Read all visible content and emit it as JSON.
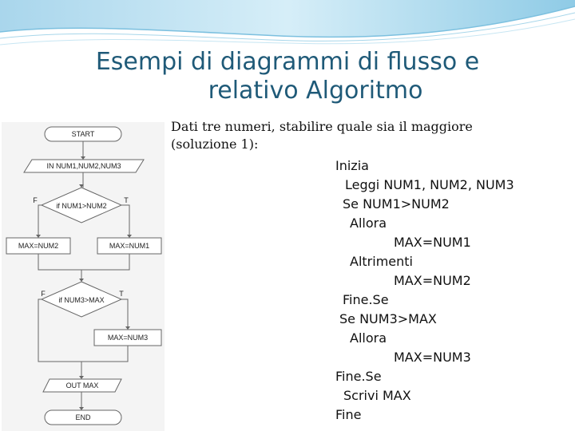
{
  "slide": {
    "title_line1": "Esempi di diagrammi di flusso e",
    "title_line2": "relativo Algoritmo",
    "subtitle_line1": "Dati tre numeri, stabilire quale sia il maggiore",
    "subtitle_line2": "(soluzione 1):",
    "accent_color": "#1f5a78"
  },
  "flowchart": {
    "start": "START",
    "input": "IN NUM1,NUM2,NUM3",
    "decision1": "if NUM1>NUM2",
    "false_label1": "F",
    "true_label1": "T",
    "assign_left1": "MAX=NUM2",
    "assign_right1": "MAX=NUM1",
    "decision2": "if NUM3>MAX",
    "false_label2": "F",
    "true_label2": "T",
    "assign2": "MAX=NUM3",
    "output": "OUT MAX",
    "end": "END"
  },
  "algorithm": {
    "lines": [
      "Inizia",
      "Leggi NUM1, NUM2, NUM3",
      "Se NUM1>NUM2",
      "Allora",
      "MAX=NUM1",
      "Altrimenti",
      "MAX=NUM2",
      "Fine.Se",
      "Se NUM3>MAX",
      "Allora",
      "MAX=NUM3",
      "Fine.Se",
      "Scrivi MAX",
      "Fine"
    ]
  }
}
